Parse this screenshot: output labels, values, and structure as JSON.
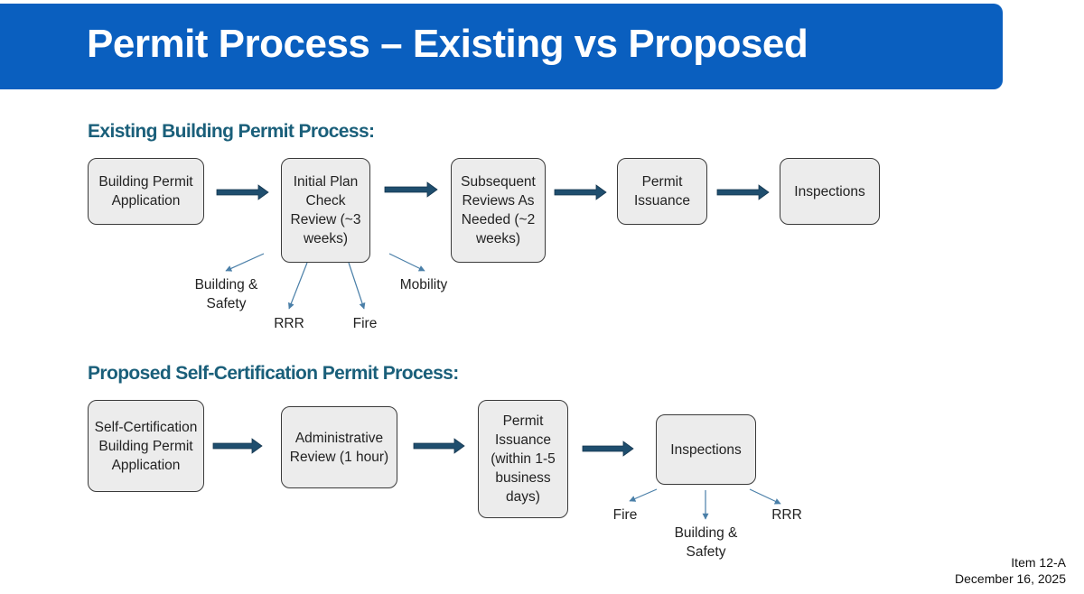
{
  "title": "Permit Process – Existing vs Proposed",
  "existing": {
    "heading": "Existing Building Permit Process:",
    "steps": [
      "Building Permit Application",
      "Initial Plan Check Review (~3 weeks)",
      "Subsequent Reviews As Needed (~2 weeks)",
      "Permit Issuance",
      "Inspections"
    ],
    "reviewers": [
      "Building & Safety",
      "RRR",
      "Fire",
      "Mobility"
    ]
  },
  "proposed": {
    "heading": "Proposed Self-Certification Permit Process:",
    "steps": [
      "Self-Certification Building Permit Application",
      "Administrative Review (1 hour)",
      "Permit Issuance (within 1-5 business days)",
      "Inspections"
    ],
    "inspectors": [
      "Fire",
      "Building & Safety",
      "RRR"
    ]
  },
  "footer": {
    "item": "Item 12-A",
    "date": "December 16, 2025"
  },
  "colors": {
    "banner": "#0a5fbf",
    "heading": "#1a5f7a",
    "flow_arrow": "#1f4e6e",
    "branch_arrow": "#4a7fa8",
    "box_fill": "#ececec"
  }
}
